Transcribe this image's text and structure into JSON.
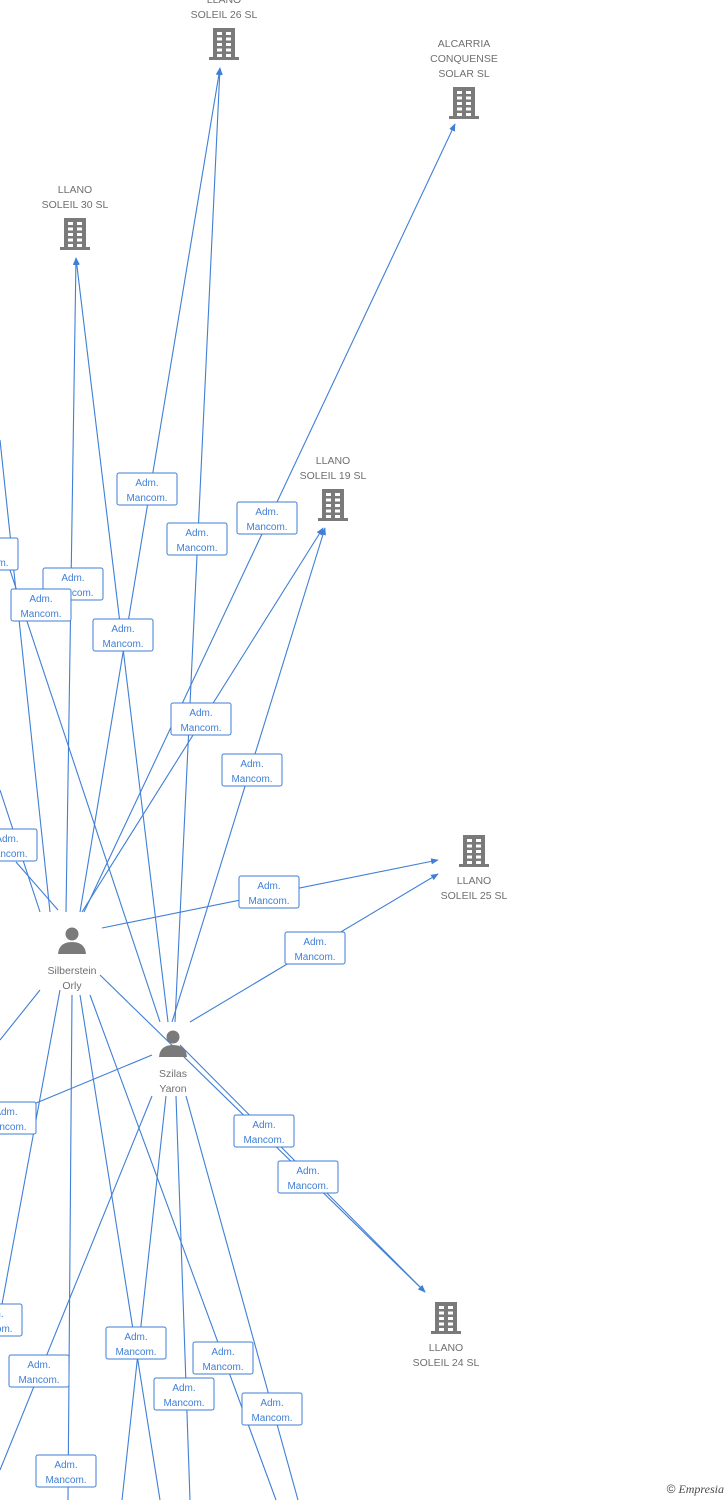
{
  "diagram": {
    "companies": [
      {
        "id": "soleil26",
        "name": [
          "LLANO",
          "SOLEIL 26 SL"
        ]
      },
      {
        "id": "alcarria",
        "name": [
          "ALCARRIA",
          "CONQUENSE",
          "SOLAR SL"
        ]
      },
      {
        "id": "soleil30",
        "name": [
          "LLANO",
          "SOLEIL 30 SL"
        ]
      },
      {
        "id": "soleil19",
        "name": [
          "LLANO",
          "SOLEIL 19 SL"
        ]
      },
      {
        "id": "soleil25",
        "name": [
          "LLANO",
          "SOLEIL 25 SL"
        ]
      },
      {
        "id": "soleil24",
        "name": [
          "LLANO",
          "SOLEIL 24 SL"
        ]
      }
    ],
    "persons": [
      {
        "id": "orly",
        "name": [
          "Silberstein",
          "Orly"
        ]
      },
      {
        "id": "yaron",
        "name": [
          "Szilas",
          "Yaron"
        ]
      }
    ],
    "role_label": [
      "Adm.",
      "Mancom."
    ],
    "badge_count": 26
  },
  "watermark": {
    "copyright": "©",
    "brand": "Empresia"
  },
  "colors": {
    "edge": "#3f7fd6",
    "icon": "#7a7a7a",
    "label": "#6f6f6f",
    "brand_accent": "#e59a1c"
  }
}
